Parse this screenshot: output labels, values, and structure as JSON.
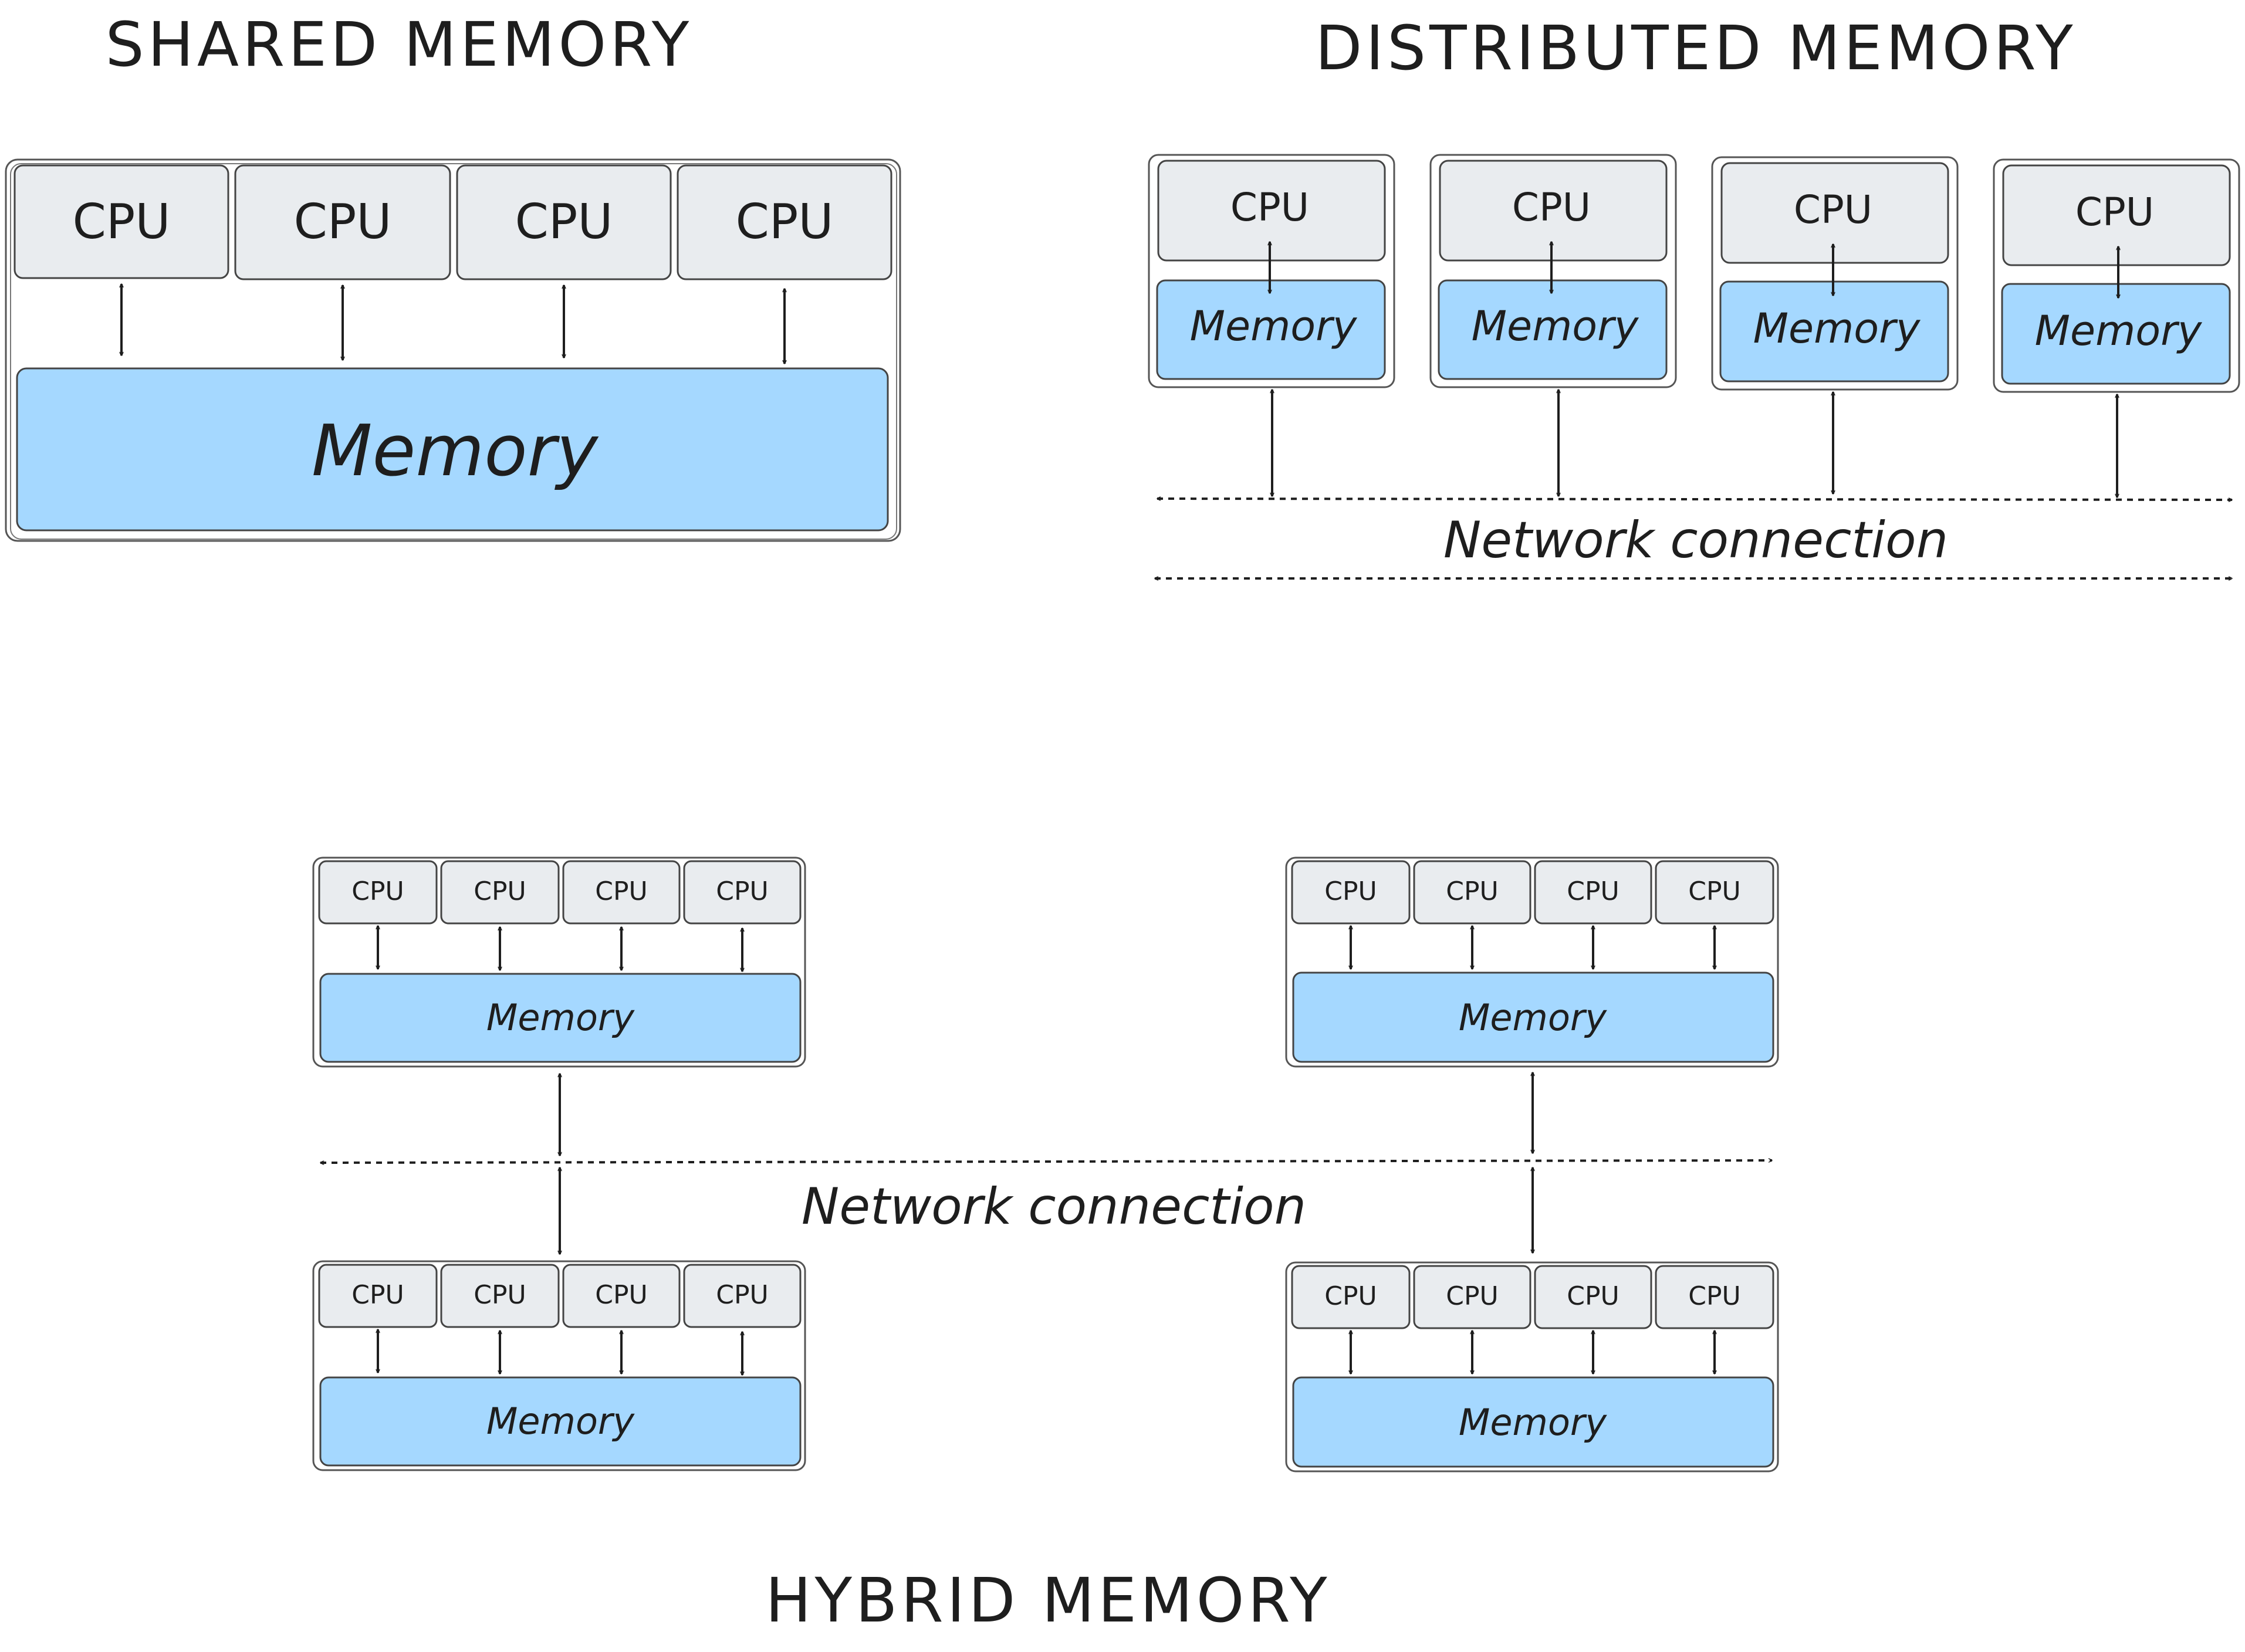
{
  "colors": {
    "cpu_fill": "#e9ecef",
    "memory_fill": "#a5d8ff",
    "stroke": "#1e1e1e"
  },
  "shared": {
    "title": "SHARED MEMORY",
    "cpu_labels": [
      "CPU",
      "CPU",
      "CPU",
      "CPU"
    ],
    "memory_label": "Memory"
  },
  "distributed": {
    "title": "DISTRIBUTED MEMORY",
    "nodes": [
      {
        "cpu_label": "CPU",
        "memory_label": "Memory"
      },
      {
        "cpu_label": "CPU",
        "memory_label": "Memory"
      },
      {
        "cpu_label": "CPU",
        "memory_label": "Memory"
      },
      {
        "cpu_label": "CPU",
        "memory_label": "Memory"
      }
    ],
    "network_label": "Network connection"
  },
  "hybrid": {
    "title": "HYBRID MEMORY",
    "network_label": "Network connection",
    "nodes": [
      {
        "cpu_labels": [
          "CPU",
          "CPU",
          "CPU",
          "CPU"
        ],
        "memory_label": "Memory"
      },
      {
        "cpu_labels": [
          "CPU",
          "CPU",
          "CPU",
          "CPU"
        ],
        "memory_label": "Memory"
      },
      {
        "cpu_labels": [
          "CPU",
          "CPU",
          "CPU",
          "CPU"
        ],
        "memory_label": "Memory"
      },
      {
        "cpu_labels": [
          "CPU",
          "CPU",
          "CPU",
          "CPU"
        ],
        "memory_label": "Memory"
      }
    ]
  }
}
